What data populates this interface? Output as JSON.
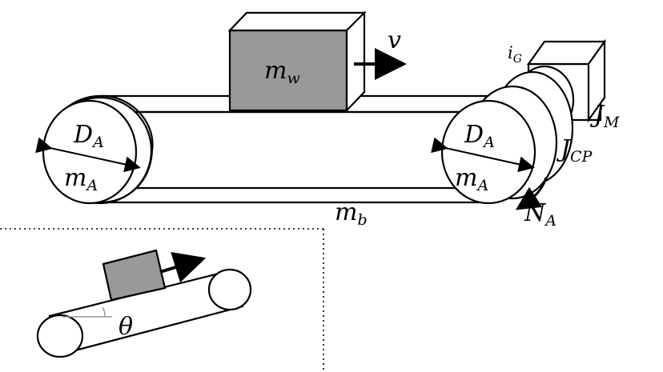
{
  "labels": {
    "mw": {
      "main": "m",
      "sub": "w"
    },
    "v": {
      "main": "v"
    },
    "iG": {
      "main": "i",
      "sub": "G"
    },
    "JM": {
      "main": "J",
      "sub": "M"
    },
    "JCP": {
      "main": "J",
      "sub": "CP"
    },
    "NA": {
      "main": "N",
      "sub": "A"
    },
    "mb": {
      "main": "m",
      "sub": "b"
    },
    "DA_left": {
      "main": "D",
      "sub": "A"
    },
    "mA_left": {
      "main": "m",
      "sub": "A"
    },
    "DA_right": {
      "main": "D",
      "sub": "A"
    },
    "mA_right": {
      "main": "m",
      "sub": "A"
    },
    "theta": {
      "main": "θ"
    }
  },
  "colors": {
    "block_fill": "#999999",
    "line": "#000000",
    "background": "#ffffff"
  }
}
